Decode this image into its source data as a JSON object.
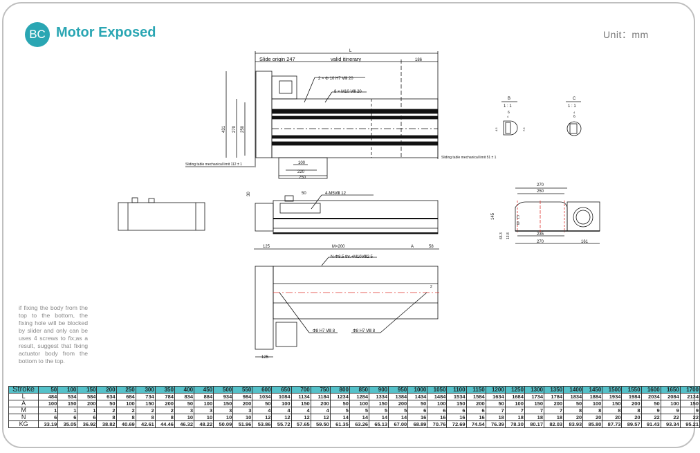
{
  "header": {
    "badge": "BC",
    "title": "Motor Exposed",
    "unit": "Unit：mm"
  },
  "note": "if fixing the body from the top to the bottom, the fixing hole will be blocked by slider and only can be uses 4 screws to fix;as a result, suggest that fixing actuator body from the bottom to the top.",
  "drawing": {
    "top_view": {
      "L": "L",
      "slide_origin": "Slide origin 247",
      "valid_itinerary": "valid itinerary",
      "d186": "186",
      "hole1": "2 × Φ 10 H7 Ⅷ 20",
      "hole2": "8 × M10 Ⅷ 20",
      "d431": "431",
      "d270": "270",
      "d250": "250",
      "d100": "100",
      "d220": "220",
      "d250b": "250",
      "limit_left": "Sliding table mechanical limit 112 ± 1",
      "limit_right": "Sliding table mechanical limit 51 ± 1"
    },
    "detail_b": {
      "title": "B",
      "scale": "1 : 1",
      "d6": "6",
      "d4": "4",
      "d45": "4.5",
      "d75": "7.5"
    },
    "detail_c": {
      "title": "C",
      "scale": "1 : 1",
      "d4": "4",
      "d6": "6"
    },
    "side_view": {
      "d50": "50",
      "d30": "30",
      "hole": "4-M5Ⅷ 12"
    },
    "end_view": {
      "d270": "270",
      "d250": "250",
      "d145": "145",
      "d235": "235",
      "d270b": "270",
      "d161": "161",
      "d653": "65.3",
      "d138": "13.8",
      "b": "B",
      "c": "C"
    },
    "bottom_view": {
      "d125": "125",
      "m200": "M×200",
      "a": "A",
      "d58": "58",
      "hole_n": "N-Φ8.5 thr.+M10Ⅷ2 5",
      "pin1": "Φ8 H7 Ⅷ 8",
      "pin2": "Φ8 H7 Ⅷ 8",
      "d125b": "125",
      "d2": "2"
    }
  },
  "table": {
    "rows": [
      {
        "label": "Stroke",
        "values": [
          "50",
          "100",
          "150",
          "200",
          "250",
          "300",
          "350",
          "400",
          "450",
          "500",
          "550",
          "600",
          "650",
          "700",
          "750",
          "800",
          "850",
          "900",
          "950",
          "1000",
          "1050",
          "1100",
          "1150",
          "1200",
          "1250",
          "1300",
          "1350",
          "1400",
          "1450",
          "1500",
          "1550",
          "1600",
          "1650",
          "1700"
        ]
      },
      {
        "label": "L",
        "values": [
          "484",
          "534",
          "584",
          "634",
          "684",
          "734",
          "784",
          "834",
          "884",
          "934",
          "984",
          "1034",
          "1084",
          "1134",
          "1184",
          "1234",
          "1284",
          "1334",
          "1384",
          "1434",
          "1484",
          "1534",
          "1584",
          "1634",
          "1684",
          "1734",
          "1784",
          "1834",
          "1884",
          "1934",
          "1984",
          "2034",
          "2084",
          "2134"
        ]
      },
      {
        "label": "A",
        "values": [
          "100",
          "150",
          "200",
          "50",
          "100",
          "150",
          "200",
          "50",
          "100",
          "150",
          "200",
          "50",
          "100",
          "150",
          "200",
          "50",
          "100",
          "150",
          "200",
          "50",
          "100",
          "150",
          "200",
          "50",
          "100",
          "150",
          "200",
          "50",
          "100",
          "150",
          "200",
          "50",
          "100",
          "150"
        ]
      },
      {
        "label": "M",
        "values": [
          "1",
          "1",
          "1",
          "2",
          "2",
          "2",
          "2",
          "3",
          "3",
          "3",
          "3",
          "4",
          "4",
          "4",
          "4",
          "5",
          "5",
          "5",
          "5",
          "6",
          "6",
          "6",
          "6",
          "7",
          "7",
          "7",
          "7",
          "8",
          "8",
          "8",
          "8",
          "9",
          "9",
          "9"
        ]
      },
      {
        "label": "N",
        "values": [
          "6",
          "6",
          "6",
          "8",
          "8",
          "8",
          "8",
          "10",
          "10",
          "10",
          "10",
          "12",
          "12",
          "12",
          "12",
          "14",
          "14",
          "14",
          "14",
          "16",
          "16",
          "16",
          "16",
          "18",
          "18",
          "18",
          "18",
          "20",
          "20",
          "20",
          "20",
          "22",
          "22",
          "22"
        ]
      },
      {
        "label": "KG",
        "values": [
          "33.19",
          "35.05",
          "36.92",
          "38.82",
          "40.69",
          "42.61",
          "44.46",
          "46.32",
          "48.22",
          "50.09",
          "51.96",
          "53.86",
          "55.72",
          "57.65",
          "59.50",
          "61.35",
          "63.26",
          "65.13",
          "67.00",
          "68.89",
          "70.76",
          "72.69",
          "74.54",
          "76.39",
          "78.30",
          "80.17",
          "82.03",
          "83.93",
          "85.80",
          "87.73",
          "89.57",
          "91.43",
          "93.34",
          "95.21"
        ]
      }
    ]
  },
  "colors": {
    "accent": "#2aa6b3",
    "table_header": "#55c1c9",
    "centerline": "#e0302a"
  }
}
